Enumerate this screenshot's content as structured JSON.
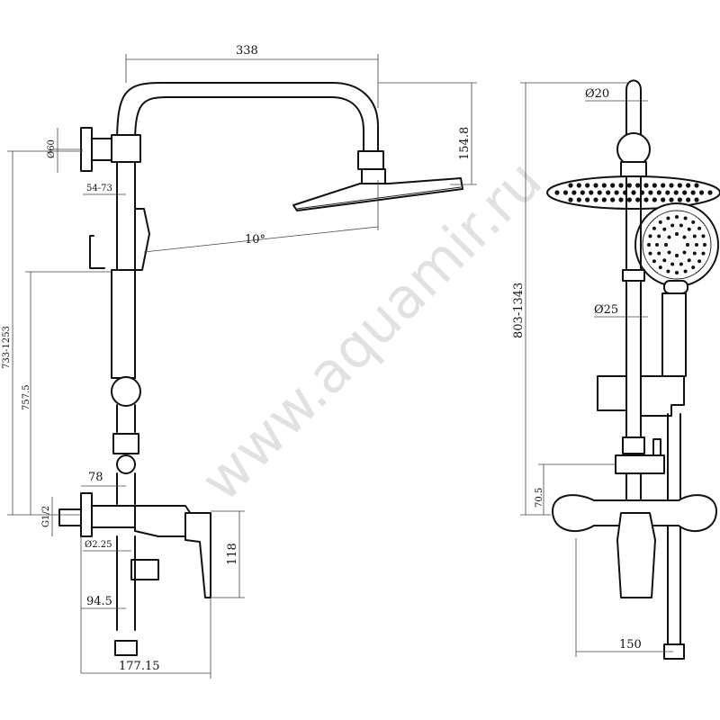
{
  "watermark": "www.aquamir.ru",
  "dimensions": {
    "arm_length": "338",
    "head_drop": "154.8",
    "head_angle": "10°",
    "wall_flange_dia": "Ø60",
    "bracket_range": "54-73",
    "height_range_left": "733-1253",
    "height_lower": "757.5",
    "mixer_depth": "78",
    "inlet_small": "G1/2",
    "inlet_dia": "Ø2.25",
    "mixer_height": "118",
    "spout_depth": "94.5",
    "total_depth": "177.15",
    "pipe_dia_top": "Ø20",
    "pipe_dia_mid": "Ø25",
    "height_range_right": "803-1343",
    "mixer_offset": "70.5",
    "center_distance": "150"
  }
}
